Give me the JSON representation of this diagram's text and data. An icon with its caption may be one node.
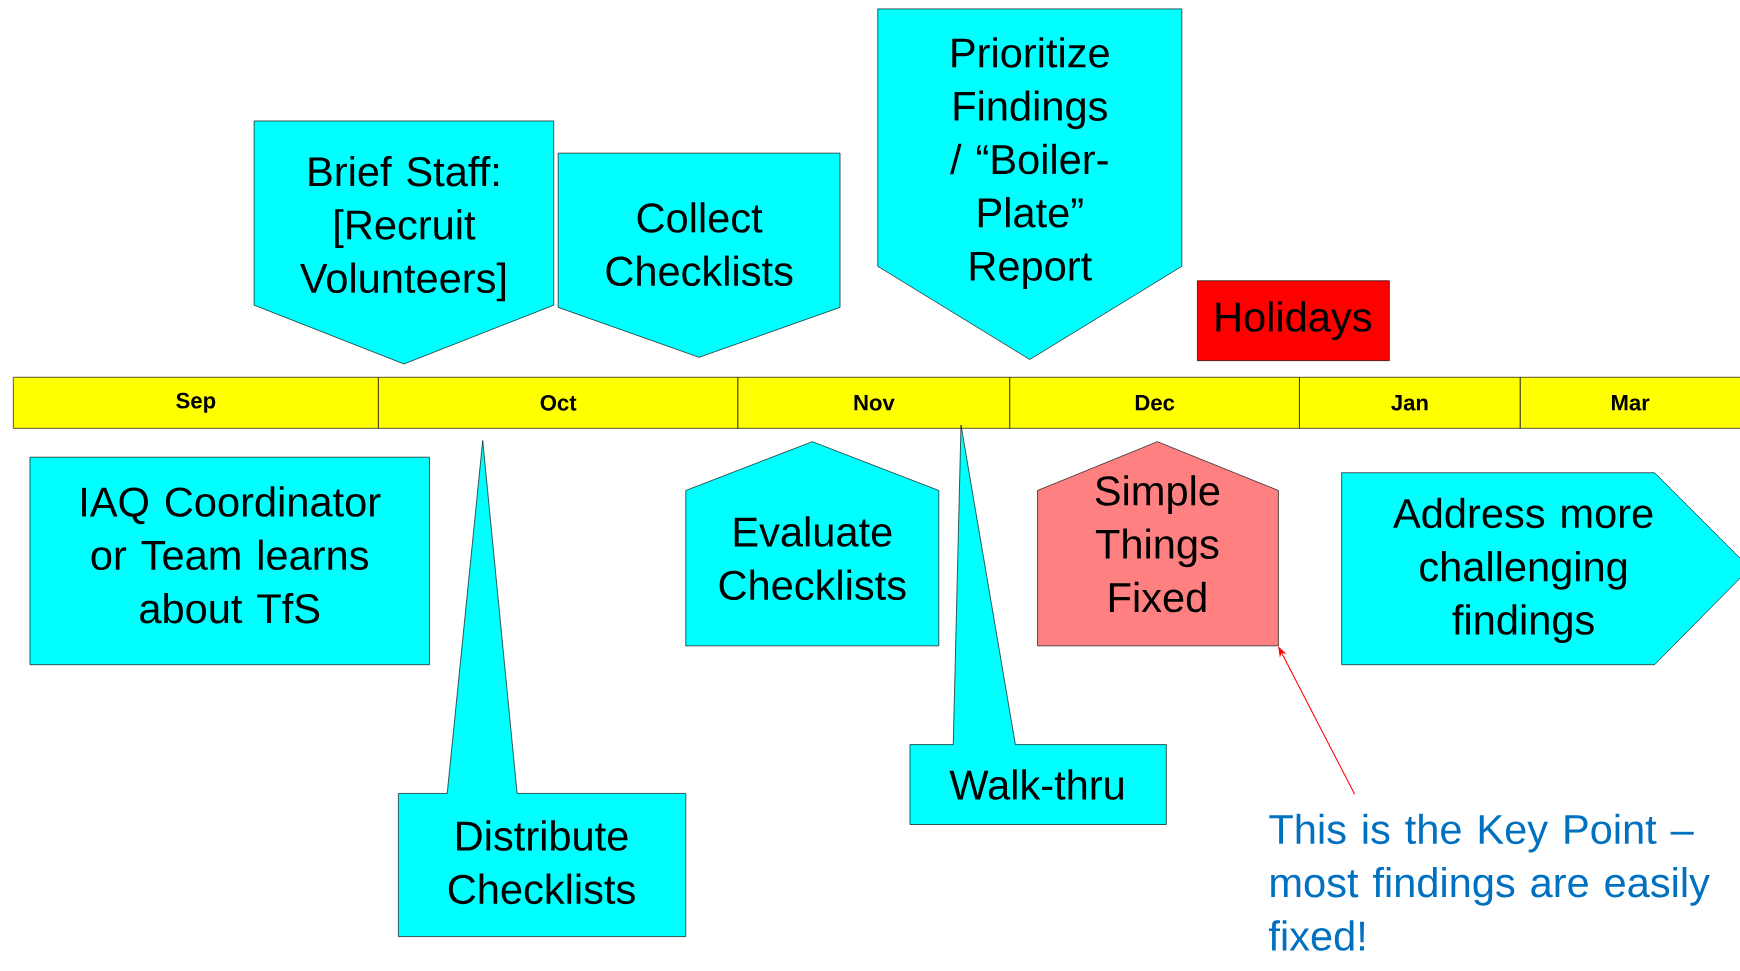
{
  "diagram": {
    "nodes": [
      {
        "text": [
          "Brief Staff: [Recruit Volunteers]"
        ]
      },
      {
        "text": [
          "Collect Checklists"
        ]
      },
      {
        "text": [
          "Prioritize Findings / “Boiler-Plate” Report"
        ]
      },
      {
        "text": [
          "Holidays"
        ]
      },
      {
        "text": [
          "Sep"
        ]
      },
      {
        "text": [
          "Oct"
        ]
      },
      {
        "text": [
          "Nov"
        ]
      },
      {
        "text": [
          "Dec"
        ]
      },
      {
        "text": [
          "Jan"
        ]
      },
      {
        "text": [
          "Mar"
        ]
      },
      {
        "text": [
          "IAQ Coordinator or Team learns about TfS"
        ]
      },
      {
        "text": [
          "Evaluate Checklists"
        ]
      },
      {
        "text": [
          "Simple Things Fixed"
        ]
      },
      {
        "text": [
          "Address more challenging findings"
        ]
      },
      {
        "text": [
          "Walk-thru"
        ]
      },
      {
        "text": [
          "Distribute Checklists"
        ]
      },
      {
        "text": [
          "This is the Key Point – most findings are easily fixed!"
        ]
      }
    ],
    "edges": [
      {
        "from": 16,
        "to": 12,
        "arrow": "to",
        "color": "#ff0000"
      }
    ]
  }
}
